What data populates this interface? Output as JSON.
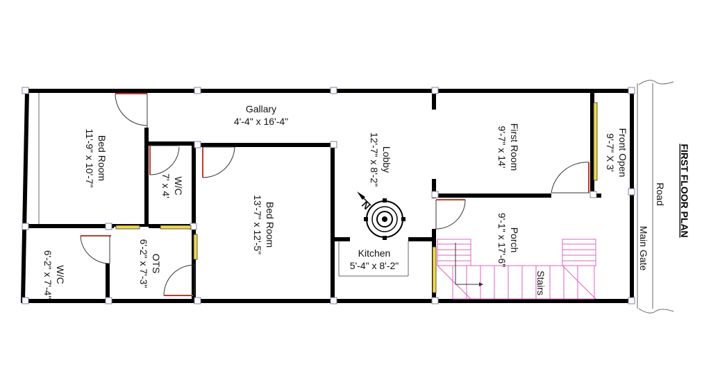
{
  "plan_title": "FIRST FLOOR PLAN",
  "rooms": {
    "gallary": {
      "name": "Gallary",
      "size": "4'-4\" x 16'-4\""
    },
    "bed_room_left": {
      "name": "Bed Room",
      "size": "11'-9\" x 10'-7\""
    },
    "wc_upper": {
      "name": "W/C",
      "size": "7' x 4'"
    },
    "bed_room_center": {
      "name": "Bed Room",
      "size": "13'-7\" x 12'-5\""
    },
    "lobby": {
      "name": "Lobby",
      "size": "12'-7\" x 8'-2\""
    },
    "first_room": {
      "name": "First Room",
      "size": "9'-7\" x 14'"
    },
    "front_open": {
      "name": "Front Open",
      "size": "9'-7\" X 3'"
    },
    "porch": {
      "name": "Porch",
      "size": "9'-1\" x 17'-6\""
    },
    "kitchen": {
      "name": "Kitchen",
      "size": "5'-4\" x 8'-2\""
    },
    "wc_lower": {
      "name": "W/C",
      "size": "6'-2\" x 7'-4\""
    },
    "ots": {
      "name": "OTS",
      "size": "6'-2\" x 7'-3\""
    }
  },
  "stairs_label": "Stairs",
  "road_label": "Road",
  "main_gate_label": "Main Gate",
  "compass_letter": "N",
  "colors": {
    "wall": "#000000",
    "door_leaf": "#c0392b",
    "window": "#e8c840",
    "stairs": "#e060c0",
    "column": "#8080a0"
  }
}
